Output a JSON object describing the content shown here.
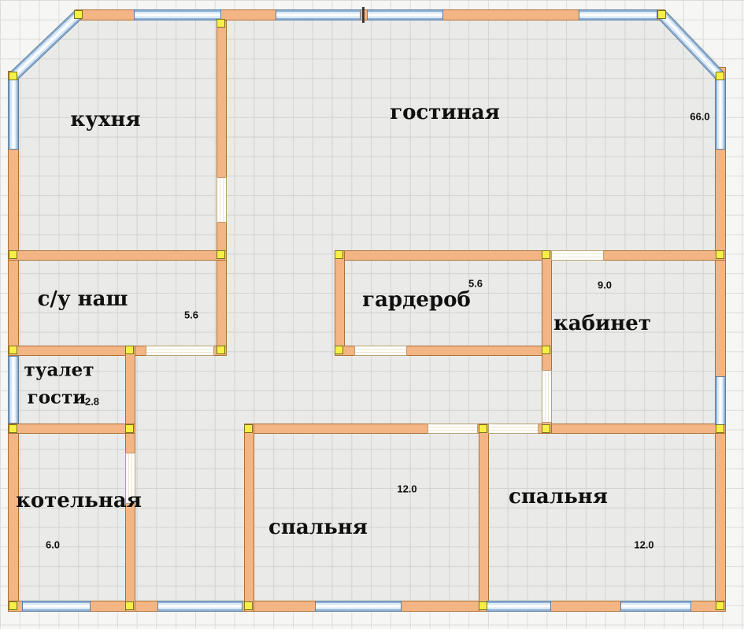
{
  "rooms": {
    "kitchen": {
      "name": "кухня"
    },
    "living": {
      "name": "гостиная",
      "area": "66.0"
    },
    "bathroom": {
      "name": "с/у наш",
      "area": "5.6"
    },
    "wardrobe": {
      "name": "гардероб",
      "area": "5.6"
    },
    "office": {
      "name": "кабинет",
      "area": "9.0"
    },
    "toilet": {
      "name": "туалет",
      "name2": "гости",
      "area": "2.8"
    },
    "boiler": {
      "name": "котельная",
      "area": "6.0"
    },
    "bedroom_mid": {
      "name": "спальня",
      "area": "12.0"
    },
    "bedroom_right": {
      "name": "спальня",
      "area": "12.0"
    }
  },
  "colors": {
    "wall_fill": "#f2b583",
    "wall_border": "#ad6f35",
    "window_blue": "#8fb2d6",
    "node_yellow": "#f6ef45",
    "grid_line": "#dcdcda",
    "floor_fill": "#ebebe9"
  }
}
